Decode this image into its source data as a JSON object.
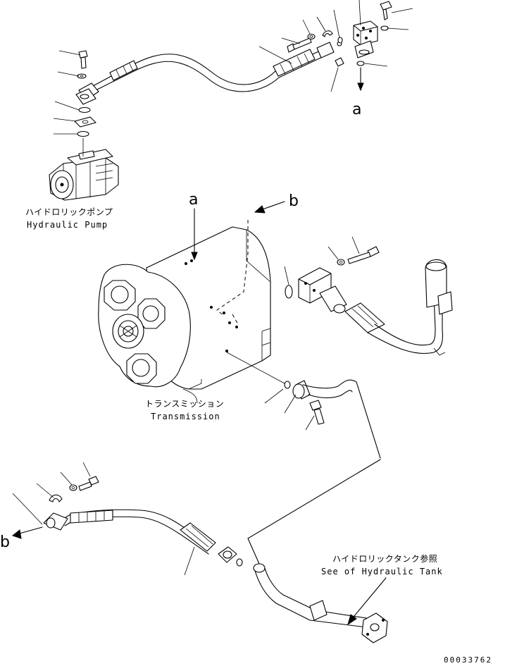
{
  "callouts": {
    "a_top": "a",
    "a_main": "a",
    "b_right": "b",
    "b_left": "b"
  },
  "labels": {
    "pump_jp": "ハイドロリックポンプ",
    "pump_en": "Hydraulic Pump",
    "transmission_jp": "トランスミッション",
    "transmission_en": "Transmission",
    "tank_jp": "ハイドロリックタンク参照",
    "tank_en": "See of Hydraulic Tank"
  },
  "drawing_number": "00033762"
}
